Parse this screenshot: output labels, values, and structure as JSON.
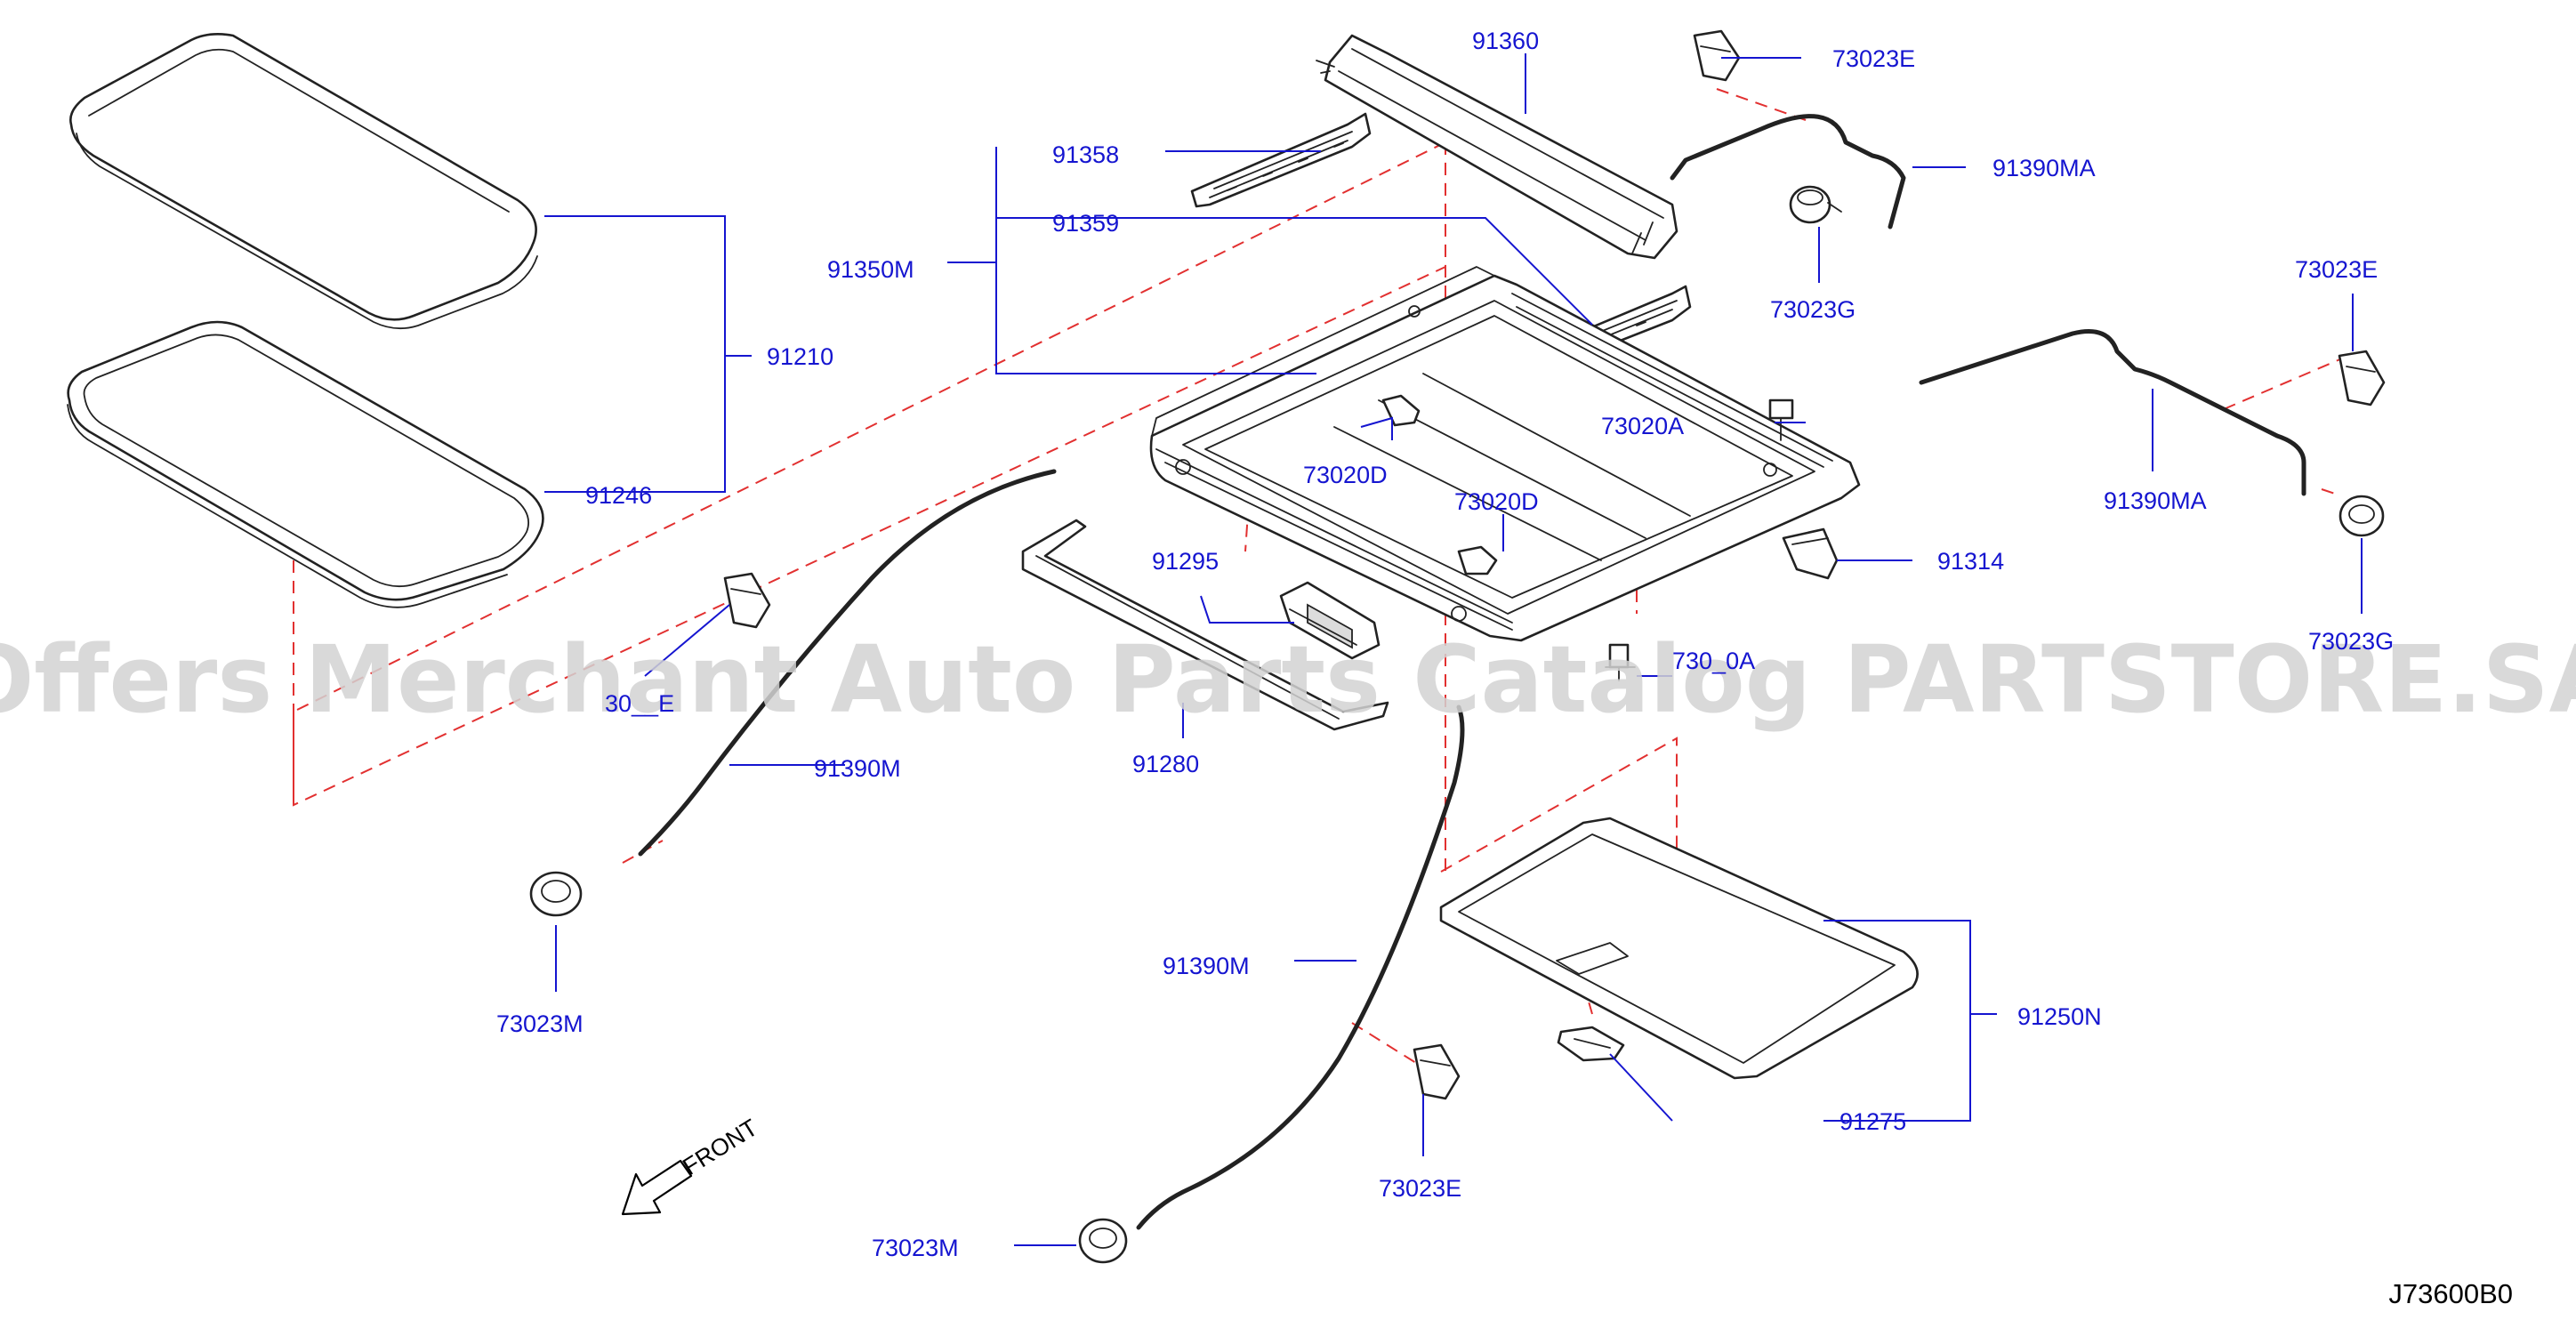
{
  "diagram": {
    "part_labels": {
      "p91360": "91360",
      "p73023E_top": "73023E",
      "p91358": "91358",
      "p91359": "91359",
      "p91350M": "91350M",
      "p91390MA_top": "91390MA",
      "p73023G_top": "73023G",
      "p73023E_right": "73023E",
      "p91210": "91210",
      "p91246": "91246",
      "p73020A_top": "73020A",
      "p73020D_left": "73020D",
      "p73020D_mid": "73020D",
      "p91390MA_right": "91390MA",
      "p91314": "91314",
      "p91295": "91295",
      "p73023G_right": "73023G",
      "p73020A_bottom": "730_0A",
      "p3023E_left": "30__E",
      "p91390M_left": "91390M",
      "p91280": "91280",
      "p73023M_left": "73023M",
      "p91250N": "91250N",
      "p91390M_bottom": "91390M",
      "p91275": "91275",
      "p73023E_bottom": "73023E",
      "p73023M_bottom": "73023M"
    },
    "front_label": "FRONT",
    "diagram_code": "J73600B0",
    "watermark": "Offers Merchant Auto Parts Catalog PARTSTORE.SA"
  }
}
